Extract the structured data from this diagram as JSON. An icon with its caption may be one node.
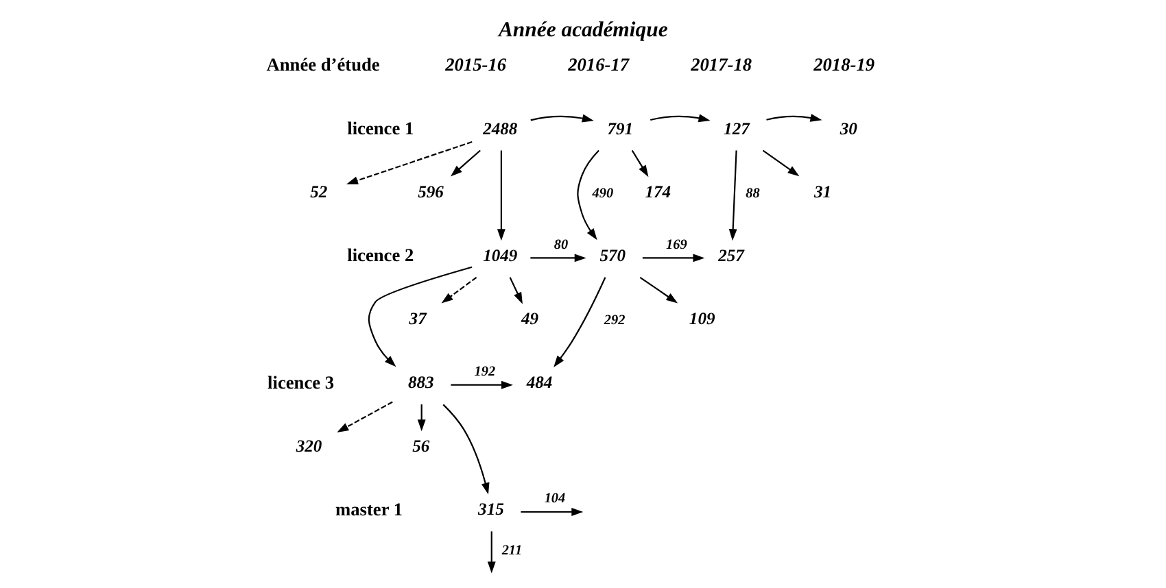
{
  "diagram": {
    "title": "Année académique",
    "nodes": [
      {
        "text": [
          "2488"
        ]
      },
      {
        "text": [
          "52"
        ]
      },
      {
        "text": [
          "596"
        ]
      },
      {
        "text": [
          "791"
        ]
      },
      {
        "text": [
          "174"
        ]
      },
      {
        "text": [
          "127"
        ]
      },
      {
        "text": [
          "31"
        ]
      },
      {
        "text": [
          "30"
        ]
      },
      {
        "text": [
          "1049"
        ]
      },
      {
        "text": [
          "37"
        ]
      },
      {
        "text": [
          "49"
        ]
      },
      {
        "text": [
          "570"
        ]
      },
      {
        "text": [
          "109"
        ]
      },
      {
        "text": [
          "257"
        ]
      },
      {
        "text": [
          "883"
        ]
      },
      {
        "text": [
          "320"
        ]
      },
      {
        "text": [
          "56"
        ]
      },
      {
        "text": [
          "484"
        ]
      },
      {
        "text": [
          "315"
        ]
      }
    ],
    "edges": [
      {
        "from": 0,
        "to": 3,
        "arrow": "to"
      },
      {
        "from": 0,
        "to": 1,
        "arrow": "to",
        "style": "dashed"
      },
      {
        "from": 0,
        "to": 2,
        "arrow": "to"
      },
      {
        "from": 0,
        "to": 8,
        "arrow": "to"
      },
      {
        "from": 3,
        "to": 5,
        "arrow": "to"
      },
      {
        "from": 3,
        "to": 4,
        "arrow": "to"
      },
      {
        "from": 3,
        "to": 11,
        "arrow": "to",
        "label": "490"
      },
      {
        "from": 5,
        "to": 7,
        "arrow": "to"
      },
      {
        "from": 5,
        "to": 6,
        "arrow": "to"
      },
      {
        "from": 5,
        "to": 13,
        "arrow": "to",
        "label": "88"
      },
      {
        "from": 8,
        "to": 11,
        "arrow": "to",
        "label": "80"
      },
      {
        "from": 8,
        "to": 9,
        "arrow": "to",
        "style": "dashed"
      },
      {
        "from": 8,
        "to": 10,
        "arrow": "to"
      },
      {
        "from": 8,
        "to": 14,
        "arrow": "to"
      },
      {
        "from": 11,
        "to": 13,
        "arrow": "to",
        "label": "169"
      },
      {
        "from": 11,
        "to": 12,
        "arrow": "to"
      },
      {
        "from": 11,
        "to": 17,
        "arrow": "to",
        "label": "292"
      },
      {
        "from": 14,
        "to": 17,
        "arrow": "to",
        "label": "192"
      },
      {
        "from": 14,
        "to": 15,
        "arrow": "to",
        "style": "dashed"
      },
      {
        "from": 14,
        "to": 16,
        "arrow": "to"
      },
      {
        "from": 14,
        "to": 18,
        "arrow": "to"
      },
      {
        "from": 18,
        "to": null,
        "arrow": "to",
        "label": "104"
      },
      {
        "from": 18,
        "to": null,
        "arrow": "to",
        "label": "211"
      }
    ],
    "labels": [
      "Année d’étude",
      "2015-16",
      "2016-17",
      "2017-18",
      "2018-19",
      "licence 1",
      "licence 2",
      "licence 3",
      "master 1"
    ]
  }
}
